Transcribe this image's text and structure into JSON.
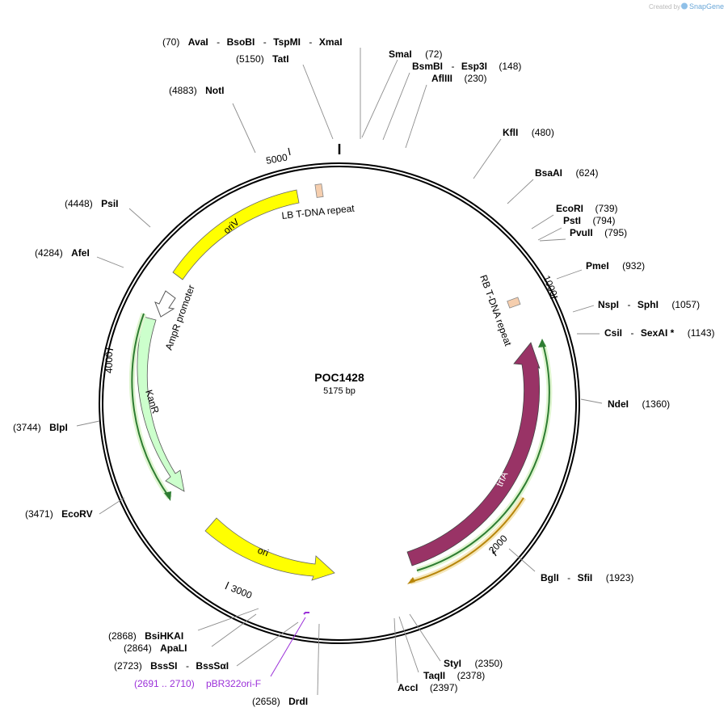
{
  "plasmid": {
    "name": "POC1428",
    "length_text": "5175 bp"
  },
  "credit": {
    "prefix": "Created by",
    "brand": "SnapGene"
  },
  "ticks": [
    {
      "label": "1000"
    },
    {
      "label": "2000"
    },
    {
      "label": "3000"
    },
    {
      "label": "4000"
    },
    {
      "label": "5000"
    }
  ],
  "features": [
    {
      "name": "oriV",
      "color": "#ffff00",
      "label": "oriV"
    },
    {
      "name": "LB T-DNA repeat",
      "color": "#f5ceae",
      "label": "LB T-DNA repeat"
    },
    {
      "name": "AmpR promoter",
      "color": "#ffffff",
      "label": "AmpR promoter"
    },
    {
      "name": "KanR",
      "color": "#ccffcc",
      "label": "KanR"
    },
    {
      "name": "ori",
      "color": "#ffff00",
      "label": "ori"
    },
    {
      "name": "trfA",
      "color": "#993366",
      "label": "trfA"
    },
    {
      "name": "RB T-DNA repeat",
      "color": "#f5ceae",
      "label": "RB T-DNA repeat"
    }
  ],
  "primer": {
    "range": "(2691 .. 2710)",
    "name": "pBR322ori-F",
    "color": "#9b30d9"
  },
  "sites": [
    {
      "pos": "(70)",
      "names": [
        "AvaI",
        "BsoBI",
        "TspMI",
        "XmaI"
      ]
    },
    {
      "pos": "(5150)",
      "names": [
        "TatI"
      ]
    },
    {
      "pos": "(4883)",
      "names": [
        "NotI"
      ]
    },
    {
      "pos": "(4448)",
      "names": [
        "PsiI"
      ]
    },
    {
      "pos": "(4284)",
      "names": [
        "AfeI"
      ]
    },
    {
      "pos": "(3744)",
      "names": [
        "BlpI"
      ]
    },
    {
      "pos": "(3471)",
      "names": [
        "EcoRV"
      ]
    },
    {
      "pos": "(2868)",
      "names": [
        "BsiHKAI"
      ]
    },
    {
      "pos": "(2864)",
      "names": [
        "ApaLI"
      ]
    },
    {
      "pos": "(2723)",
      "names": [
        "BssSI",
        "BssSαI"
      ]
    },
    {
      "pos": "(2658)",
      "names": [
        "DrdI"
      ]
    },
    {
      "pos": "(72)",
      "names": [
        "SmaI"
      ]
    },
    {
      "pos": "(148)",
      "names": [
        "BsmBI",
        "Esp3I"
      ]
    },
    {
      "pos": "(230)",
      "names": [
        "AflIII"
      ]
    },
    {
      "pos": "(480)",
      "names": [
        "KflI"
      ]
    },
    {
      "pos": "(624)",
      "names": [
        "BsaAI"
      ]
    },
    {
      "pos": "(739)",
      "names": [
        "EcoRI"
      ]
    },
    {
      "pos": "(794)",
      "names": [
        "PstI"
      ]
    },
    {
      "pos": "(795)",
      "names": [
        "PvuII"
      ]
    },
    {
      "pos": "(932)",
      "names": [
        "PmeI"
      ]
    },
    {
      "pos": "(1057)",
      "names": [
        "NspI",
        "SphI"
      ]
    },
    {
      "pos": "(1143)",
      "names": [
        "CsiI",
        "SexAI *"
      ]
    },
    {
      "pos": "(1360)",
      "names": [
        "NdeI"
      ]
    },
    {
      "pos": "(1923)",
      "names": [
        "BglI",
        "SfiI"
      ]
    },
    {
      "pos": "(2350)",
      "names": [
        "StyI"
      ]
    },
    {
      "pos": "(2378)",
      "names": [
        "TaqII"
      ]
    },
    {
      "pos": "(2397)",
      "names": [
        "AccI"
      ]
    }
  ]
}
